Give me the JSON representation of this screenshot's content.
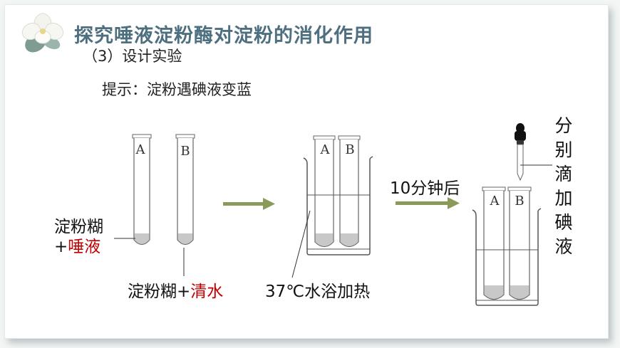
{
  "title": "探究唾液淀粉酶对淀粉的消化作用",
  "subtitle": "（3）设计实验",
  "hint": "提示：淀粉遇碘液变蓝",
  "labels": {
    "tube_a_line1": "淀粉糊",
    "tube_a_plus": "+",
    "tube_a_red": "唾液",
    "tube_b_main": "淀粉糊+",
    "tube_b_red": "清水",
    "water_bath": "37℃水浴加热",
    "after_time": "10分钟后",
    "iodine_chars": [
      "分",
      "别",
      "滴",
      "加",
      "碘",
      "液"
    ]
  },
  "tube_letters": {
    "a": "A",
    "b": "B"
  },
  "colors": {
    "title": "#4d6f7f",
    "arrow": "#8a9a5b",
    "highlight": "#c00000",
    "liquid": "#c8c8c8"
  }
}
